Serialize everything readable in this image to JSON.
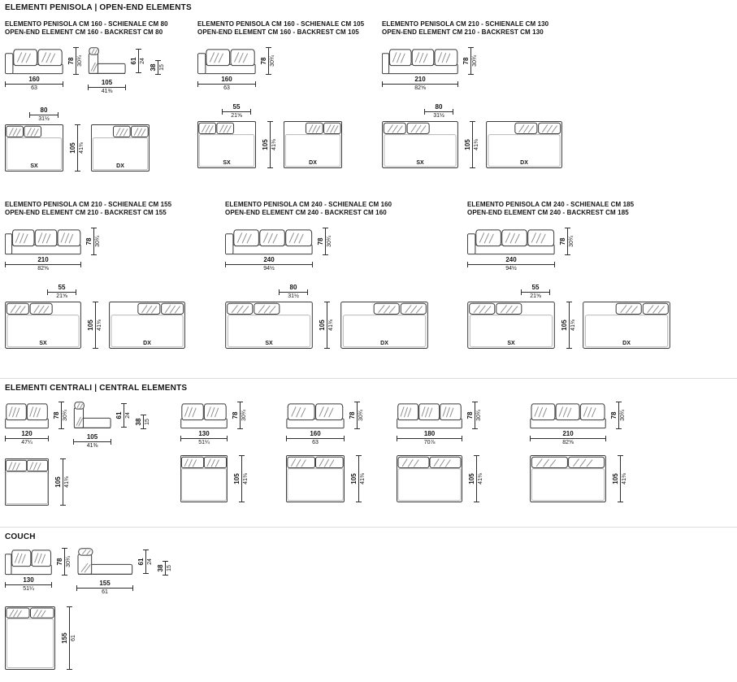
{
  "sections": {
    "penisola": {
      "header_label": "ELEMENTI PENISOLA | OPEN-END ELEMENTS",
      "items": [
        {
          "title_it": "ELEMENTO PENISOLA CM 160 - SCHIENALE CM 80",
          "title_en": "OPEN-END ELEMENT CM 160 - BACKREST CM 80",
          "front_w_cm": "160",
          "front_w_in": "63",
          "height_cm": "78",
          "height_in": "30¾",
          "side_d_cm": "105",
          "side_d_in": "41⅜",
          "arm_h_cm": "61",
          "arm_h_in": "24",
          "seat_h_cm": "38",
          "seat_h_in": "15",
          "open_w_cm": "80",
          "open_w_in": "31½",
          "depth_cm": "105",
          "depth_in": "41⅜",
          "left_plan_label": "SX",
          "right_plan_label": "DX"
        },
        {
          "title_it": "ELEMENTO PENISOLA CM 160 - SCHIENALE CM 105",
          "title_en": "OPEN-END ELEMENT CM 160 - BACKREST CM 105",
          "front_w_cm": "160",
          "front_w_in": "63",
          "height_cm": "78",
          "height_in": "30¾",
          "open_w_cm": "55",
          "open_w_in": "21⅝",
          "depth_cm": "105",
          "depth_in": "41⅜",
          "left_plan_label": "SX",
          "right_plan_label": "DX"
        },
        {
          "title_it": "ELEMENTO PENISOLA CM 210 - SCHIENALE CM 130",
          "title_en": "OPEN-END ELEMENT CM 210 - BACKREST CM 130",
          "front_w_cm": "210",
          "front_w_in": "82⅝",
          "height_cm": "78",
          "height_in": "30¾",
          "open_w_cm": "80",
          "open_w_in": "31½",
          "depth_cm": "105",
          "depth_in": "41⅜",
          "left_plan_label": "SX",
          "right_plan_label": "DX"
        },
        {
          "title_it": "ELEMENTO PENISOLA CM 210 - SCHIENALE CM 155",
          "title_en": "OPEN-END ELEMENT CM 210 - BACKREST CM 155",
          "front_w_cm": "210",
          "front_w_in": "82⅝",
          "height_cm": "78",
          "height_in": "30¾",
          "open_w_cm": "55",
          "open_w_in": "21⅝",
          "depth_cm": "105",
          "depth_in": "41⅜",
          "left_plan_label": "SX",
          "right_plan_label": "DX"
        },
        {
          "title_it": "ELEMENTO PENISOLA CM 240 - SCHIENALE CM 160",
          "title_en": "OPEN-END ELEMENT CM 240 - BACKREST CM 160",
          "front_w_cm": "240",
          "front_w_in": "94½",
          "height_cm": "78",
          "height_in": "30¾",
          "open_w_cm": "80",
          "open_w_in": "31½",
          "depth_cm": "105",
          "depth_in": "41⅜",
          "left_plan_label": "SX",
          "right_plan_label": "DX"
        },
        {
          "title_it": "ELEMENTO PENISOLA CM 240 - SCHIENALE CM 185",
          "title_en": "OPEN-END ELEMENT CM 240 - BACKREST CM 185",
          "front_w_cm": "240",
          "front_w_in": "94½",
          "height_cm": "78",
          "height_in": "30¾",
          "open_w_cm": "55",
          "open_w_in": "21⅝",
          "depth_cm": "105",
          "depth_in": "41⅜",
          "left_plan_label": "SX",
          "right_plan_label": "DX"
        }
      ]
    },
    "central": {
      "header_label": "ELEMENTI CENTRALI | CENTRAL ELEMENTS",
      "items": [
        {
          "front_w_cm": "120",
          "front_w_in": "47¼",
          "height_cm": "78",
          "height_in": "30¾",
          "side_d_cm": "105",
          "side_d_in": "41⅜",
          "arm_h_cm": "61",
          "arm_h_in": "24",
          "seat_h_cm": "38",
          "seat_h_in": "15",
          "depth_cm": "105",
          "depth_in": "41⅜"
        },
        {
          "front_w_cm": "130",
          "front_w_in": "51¼",
          "height_cm": "78",
          "height_in": "30¾",
          "depth_cm": "105",
          "depth_in": "41⅜"
        },
        {
          "front_w_cm": "160",
          "front_w_in": "63",
          "height_cm": "78",
          "height_in": "30¾",
          "depth_cm": "105",
          "depth_in": "41⅜"
        },
        {
          "front_w_cm": "180",
          "front_w_in": "70⅞",
          "height_cm": "78",
          "height_in": "30¾",
          "depth_cm": "105",
          "depth_in": "41⅜"
        },
        {
          "front_w_cm": "210",
          "front_w_in": "82⅝",
          "height_cm": "78",
          "height_in": "30¾",
          "depth_cm": "105",
          "depth_in": "41⅜"
        }
      ]
    },
    "couch": {
      "header_label": "COUCH",
      "front_w_cm": "130",
      "front_w_in": "51¼",
      "height_cm": "78",
      "height_in": "30¾",
      "side_d_cm": "155",
      "side_d_in": "61",
      "arm_h_cm": "61",
      "arm_h_in": "24",
      "seat_h_cm": "38",
      "seat_h_in": "15",
      "plan_d_cm": "155",
      "plan_d_in": "61"
    }
  }
}
